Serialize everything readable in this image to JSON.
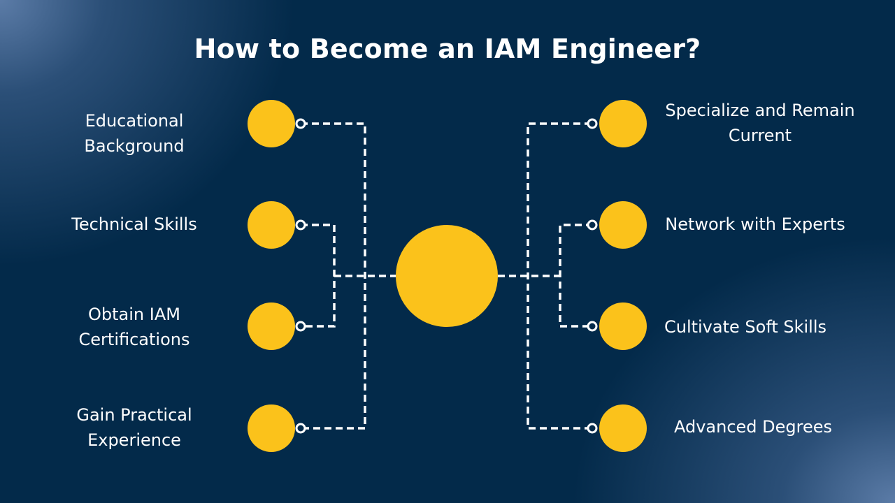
{
  "title": "How to Become an IAM Engineer?",
  "colors": {
    "background": "#032a4a",
    "node_fill": "#fbc21b",
    "connector": "#ffffff"
  },
  "center_node": {
    "label": ""
  },
  "left_steps": [
    {
      "label_lines": [
        "Educational",
        "Background"
      ]
    },
    {
      "label_lines": [
        "Technical Skills"
      ]
    },
    {
      "label_lines": [
        "Obtain IAM",
        "Certifications"
      ]
    },
    {
      "label_lines": [
        "Gain Practical",
        "Experience"
      ]
    }
  ],
  "right_steps": [
    {
      "label_lines": [
        "Specialize and Remain",
        "Current"
      ]
    },
    {
      "label_lines": [
        "Network with Experts"
      ]
    },
    {
      "label_lines": [
        "Cultivate Soft Skills"
      ]
    },
    {
      "label_lines": [
        "Advanced Degrees"
      ]
    }
  ]
}
